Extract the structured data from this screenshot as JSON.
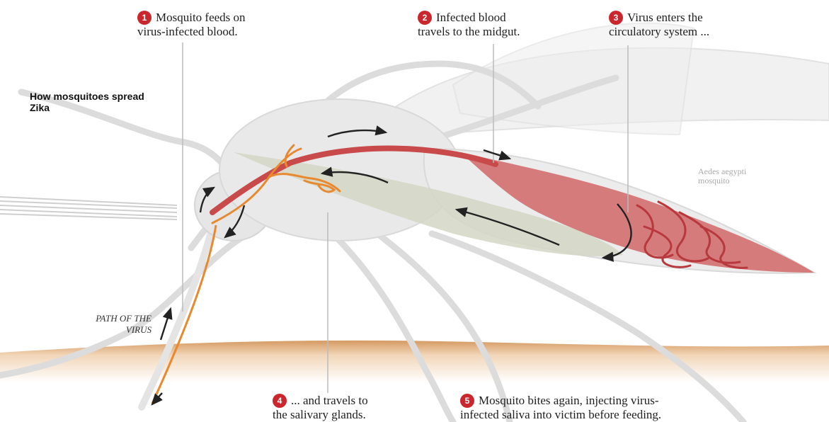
{
  "headline": "How mosquitoes spread Zika",
  "species_label": "Aedes aegypti mosquito",
  "path_label": "PATH OF THE VIRUS",
  "steps": [
    {
      "number": "1",
      "line1": "Mosquito feeds on",
      "line2": "virus-infected blood."
    },
    {
      "number": "2",
      "line1": "Infected blood",
      "line2": "travels to the midgut."
    },
    {
      "number": "3",
      "line1": "Virus enters the",
      "line2": "circulatory system ..."
    },
    {
      "number": "4",
      "line1": "... and travels to",
      "line2": "the salivary glands."
    },
    {
      "number": "5",
      "line1": "Mosquito bites again, injecting virus-",
      "line2": "infected saliva into victim before feeding."
    }
  ],
  "colors": {
    "accent_red": "#c9272d",
    "blood": "#c94a4a",
    "gland_orange": "#e8892f",
    "midgut_green": "#d3d7c4",
    "skin": "#d59a62",
    "body_gray": "#e8e8e8"
  }
}
